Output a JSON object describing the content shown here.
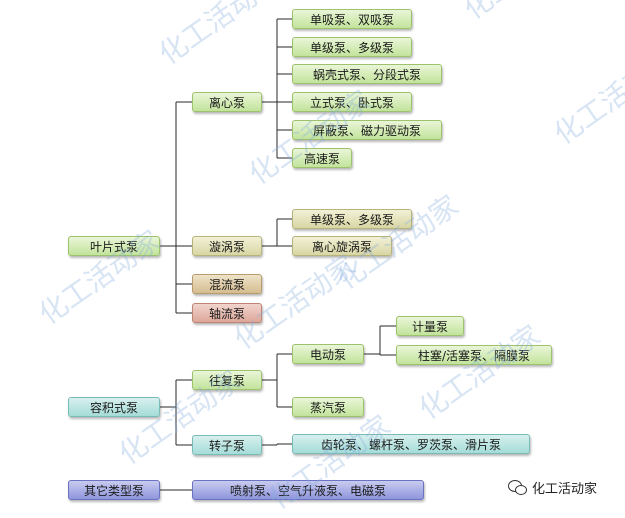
{
  "watermark": "化工活动家",
  "brand": {
    "name": "化工活动家",
    "icon": "wechat-icon"
  },
  "tree": [
    {
      "key": "yepian",
      "label": "叶片式泵",
      "color": "green",
      "children": [
        {
          "key": "lixin",
          "label": "离心泵",
          "color": "green",
          "children": [
            {
              "key": "l1",
              "label": "单吸泵、双吸泵",
              "color": "green"
            },
            {
              "key": "l2",
              "label": "单级泵、多级泵",
              "color": "green"
            },
            {
              "key": "l3",
              "label": "蜗壳式泵、分段式泵",
              "color": "green"
            },
            {
              "key": "l4",
              "label": "立式泵、卧式泵",
              "color": "green"
            },
            {
              "key": "l5",
              "label": "屏蔽泵、磁力驱动泵",
              "color": "green"
            },
            {
              "key": "l6",
              "label": "高速泵",
              "color": "green"
            }
          ]
        },
        {
          "key": "xuanwo",
          "label": "漩涡泵",
          "color": "yellow",
          "children": [
            {
              "key": "x1",
              "label": "单级泵、多级泵",
              "color": "yellow"
            },
            {
              "key": "x2",
              "label": "离心旋涡泵",
              "color": "yellow"
            }
          ]
        },
        {
          "key": "hunliu",
          "label": "混流泵",
          "color": "tan"
        },
        {
          "key": "zhouliu",
          "label": "轴流泵",
          "color": "pink"
        }
      ]
    },
    {
      "key": "rongji",
      "label": "容积式泵",
      "color": "teal",
      "children": [
        {
          "key": "wangfu",
          "label": "往复泵",
          "color": "green",
          "children": [
            {
              "key": "diandong",
              "label": "电动泵",
              "color": "green",
              "children": [
                {
                  "key": "jiliang",
                  "label": "计量泵",
                  "color": "green"
                },
                {
                  "key": "zhusai",
                  "label": "柱塞/活塞泵、隔膜泵",
                  "color": "green"
                }
              ]
            },
            {
              "key": "zhengqi",
              "label": "蒸汽泵",
              "color": "green"
            }
          ]
        },
        {
          "key": "zhuanzi",
          "label": "转子泵",
          "color": "teal",
          "children": [
            {
              "key": "chilun",
              "label": "齿轮泵、螺杆泵、罗茨泵、滑片泵",
              "color": "teal"
            }
          ]
        }
      ]
    },
    {
      "key": "qita",
      "label": "其它类型泵",
      "color": "blue",
      "children": [
        {
          "key": "penshe",
          "label": "喷射泵、空气升液泵、电磁泵",
          "color": "blue"
        }
      ]
    }
  ]
}
